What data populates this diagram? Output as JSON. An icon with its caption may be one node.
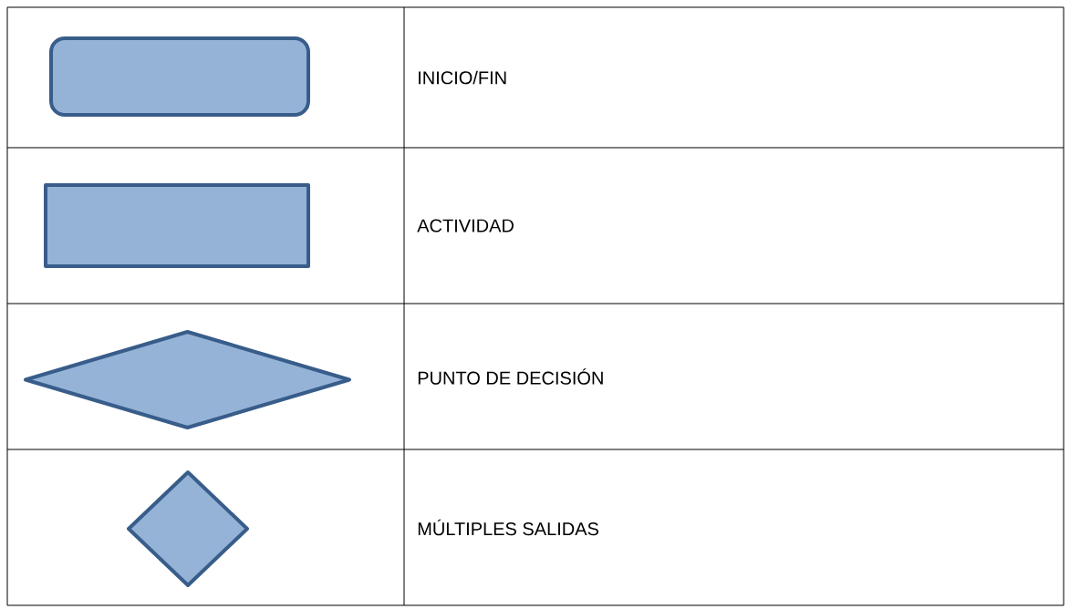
{
  "diagram": {
    "nodes": [
      {
        "text": [],
        "shape": "rounded"
      },
      {
        "text": [],
        "shape": "box"
      },
      {
        "text": [],
        "shape": "diamond"
      },
      {
        "text": [],
        "shape": "diamond"
      }
    ],
    "labels": [
      "INICIO/FIN",
      "ACTIVIDAD",
      "PUNTO DE DECISIÓN",
      "MÚLTIPLES SALIDAS"
    ]
  }
}
